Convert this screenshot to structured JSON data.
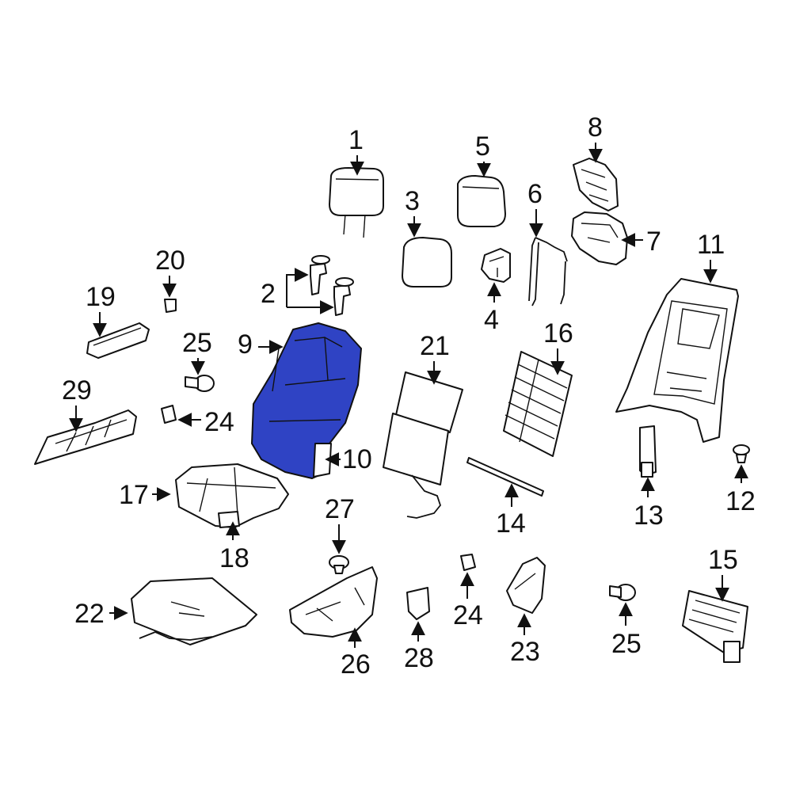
{
  "diagram": {
    "highlight_color": "#2f43c4",
    "line_color": "#111111",
    "background": "#ffffff",
    "highlighted_parts": [
      "9",
      "10"
    ]
  },
  "callouts": {
    "c1": "1",
    "c2": "2",
    "c3": "3",
    "c4": "4",
    "c5": "5",
    "c6": "6",
    "c7": "7",
    "c8": "8",
    "c9": "9",
    "c10": "10",
    "c11": "11",
    "c12": "12",
    "c13": "13",
    "c14": "14",
    "c15": "15",
    "c16": "16",
    "c17": "17",
    "c18": "18",
    "c19": "19",
    "c20": "20",
    "c21": "21",
    "c22": "22",
    "c23": "23",
    "c24a": "24",
    "c24b": "24",
    "c25a": "25",
    "c25b": "25",
    "c26": "26",
    "c27": "27",
    "c28": "28",
    "c29": "29"
  }
}
